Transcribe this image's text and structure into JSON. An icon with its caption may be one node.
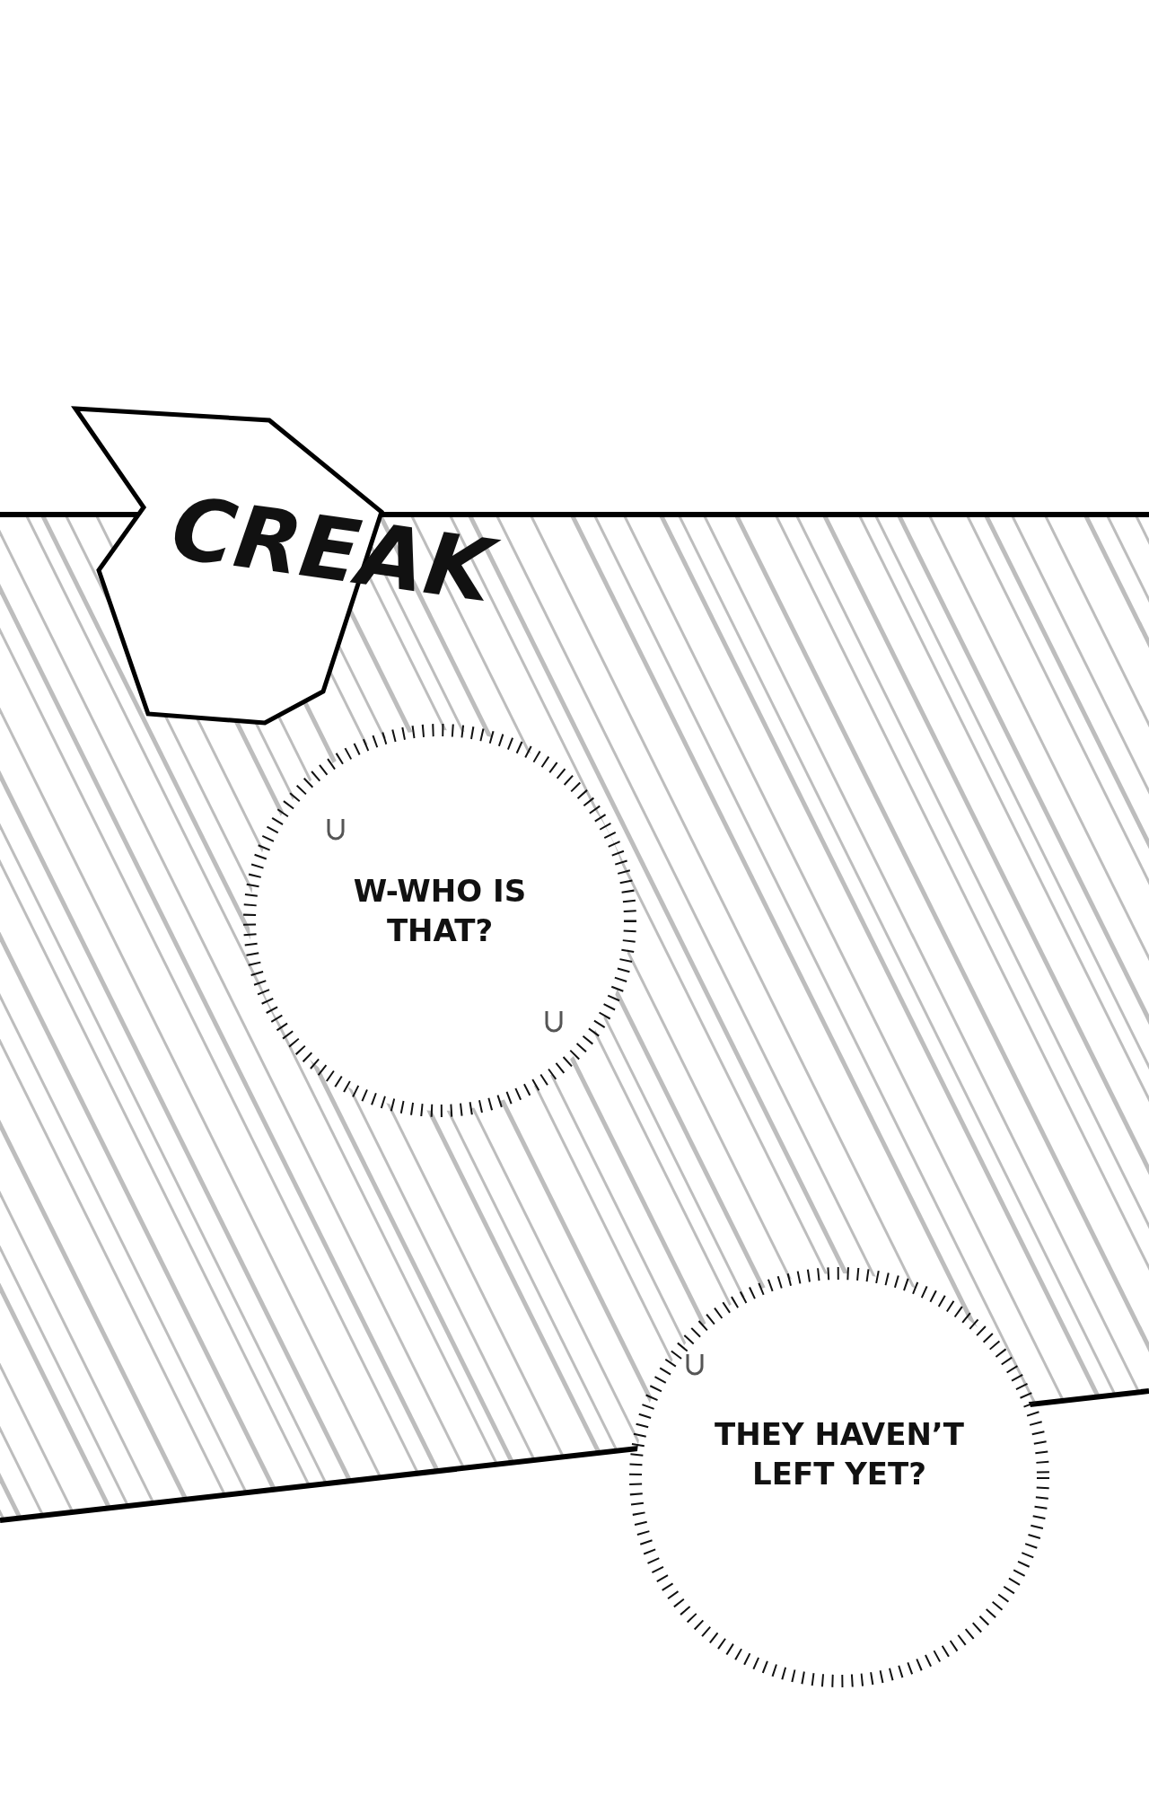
{
  "diagram": {
    "nodes": [
      {
        "text": [
          "CREAK"
        ]
      },
      {
        "text": [
          "W-WHO IS THAT?"
        ]
      },
      {
        "text": [
          "THEY HAVEN’T LEFT YET?"
        ]
      }
    ]
  }
}
